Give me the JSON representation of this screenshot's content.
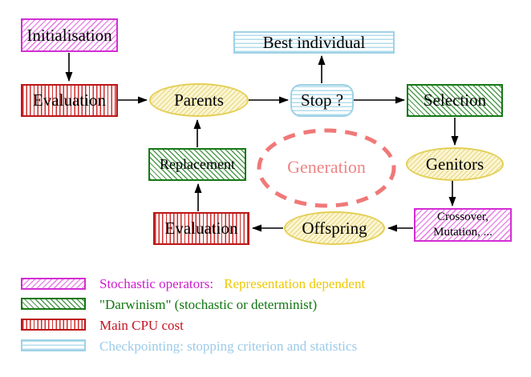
{
  "diagram": {
    "title_hint": "Evolutionary algorithm generation loop",
    "nodes": {
      "initialisation": {
        "label": "Initialisation"
      },
      "evaluation_top": {
        "label": "Evaluation"
      },
      "parents": {
        "label": "Parents"
      },
      "best_individual": {
        "label": "Best individual"
      },
      "stop": {
        "label": "Stop ?"
      },
      "selection": {
        "label": "Selection"
      },
      "genitors": {
        "label": "Genitors"
      },
      "crossover": {
        "label": "Crossover,\nMutation, ..."
      },
      "offspring": {
        "label": "Offspring"
      },
      "evaluation_bottom": {
        "label": "Evaluation"
      },
      "replacement": {
        "label": "Replacement"
      },
      "generation": {
        "label": "Generation"
      }
    },
    "legend": [
      {
        "swatch": "magenta-hatch",
        "text_primary": "Stochastic operators:",
        "text_secondary": "Representation dependent"
      },
      {
        "swatch": "green-hatch",
        "text_primary": "\"Darwinism\" (stochastic or determinist)"
      },
      {
        "swatch": "red-vertical-stripes",
        "text_primary": "Main CPU cost"
      },
      {
        "swatch": "cyan-horizontal-stripes",
        "text_primary": "Checkpointing: stopping criterion and statistics"
      }
    ],
    "colors": {
      "stochastic_magenta": "#d32ed3",
      "darwinism_green": "#167816",
      "cpu_red": "#bd1515",
      "checkpoint_cyan": "#9fd2e6",
      "population_yellow_border": "#e4cf55",
      "population_yellow_fill": "#fcf6d4",
      "generation_salmon": "#f07878",
      "legend_magenta_text": "#cc1ecc",
      "legend_gold_text": "#eec900",
      "legend_green_text": "#107710",
      "legend_red_text": "#c41322",
      "legend_cyan_text": "#9ccbe8",
      "arrow_black": "#000000"
    }
  }
}
